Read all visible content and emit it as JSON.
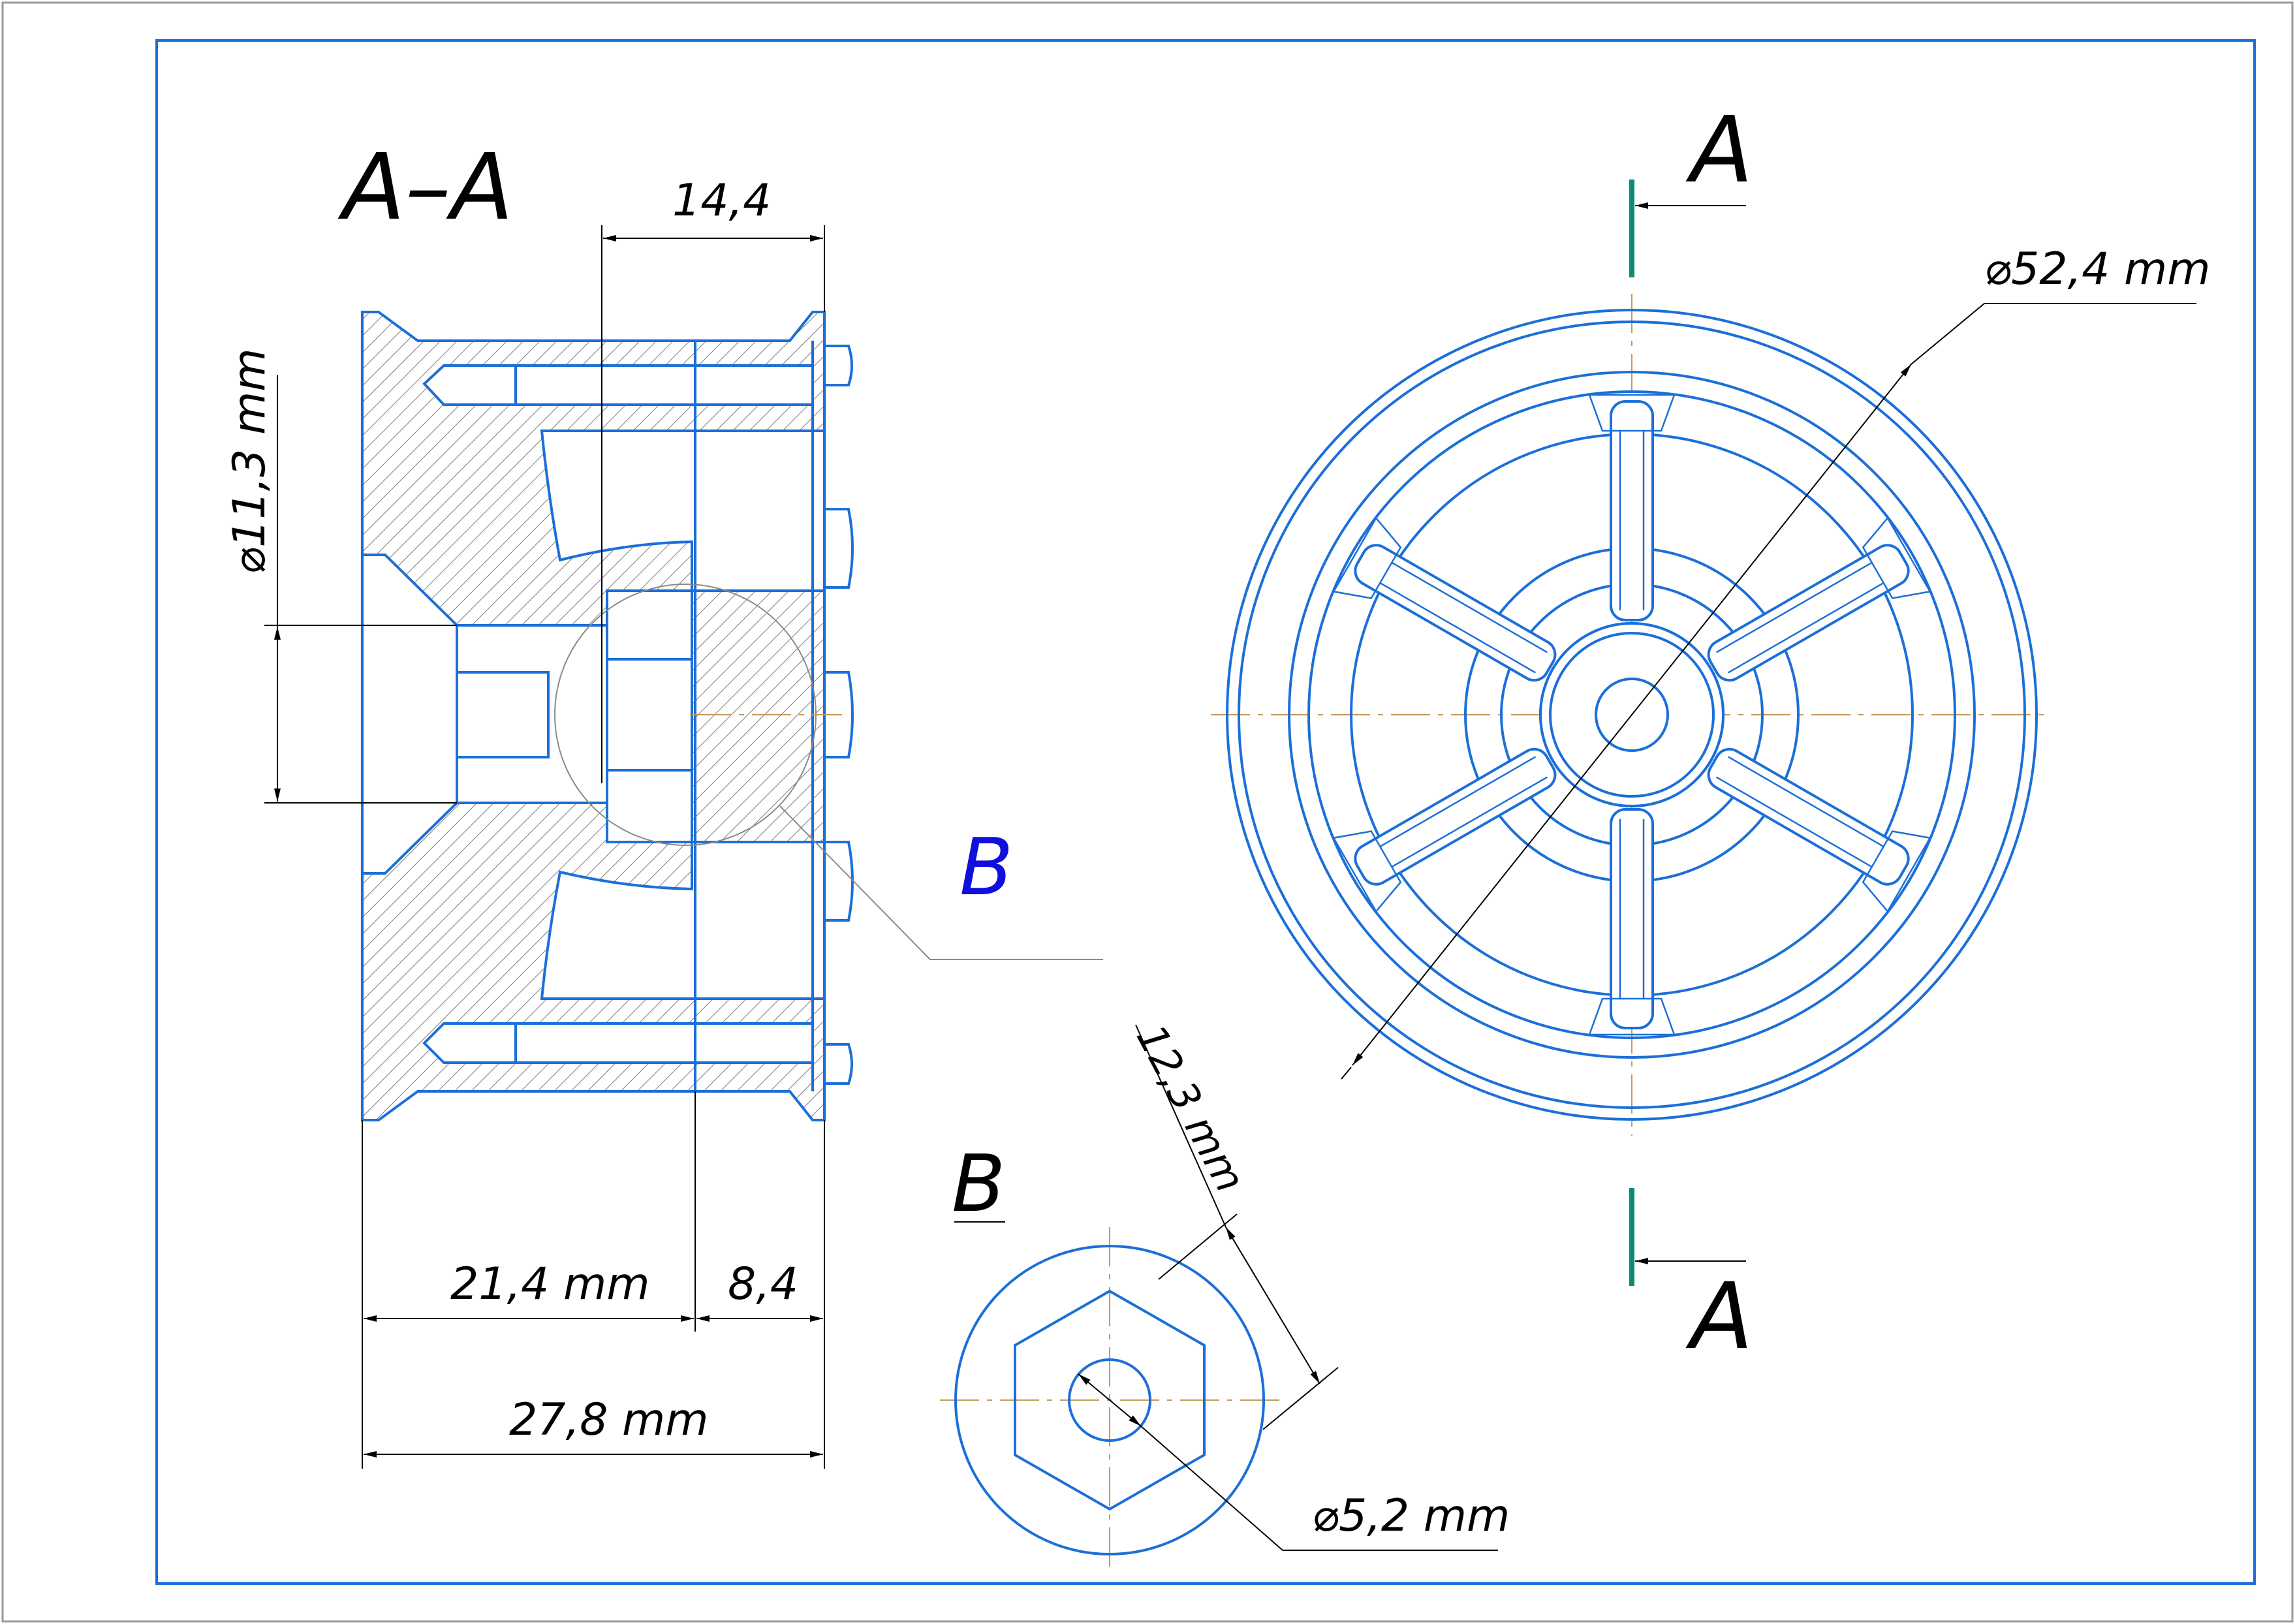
{
  "section_view": {
    "title": "A–A",
    "dim_top": "14,4",
    "dim_hub_diameter": "⌀11,3 mm",
    "dim_body": "21,4 mm",
    "dim_rim": "8,4",
    "dim_overall": "27,8 mm",
    "detail_callout": "B"
  },
  "front_view": {
    "cut_label_top": "A",
    "cut_label_bottom": "A",
    "dim_outer_diameter": "⌀52,4 mm"
  },
  "detail_view": {
    "title": "B",
    "dim_across_flats": "12,3 mm",
    "dim_bore": "⌀5,2 mm"
  },
  "colors": {
    "outline": "#1c6fd8",
    "border": "#1c6fd8",
    "cutting_plane": "#0e8a78",
    "detail_callout": "#1010dd",
    "centerline": "#c49a5a"
  }
}
